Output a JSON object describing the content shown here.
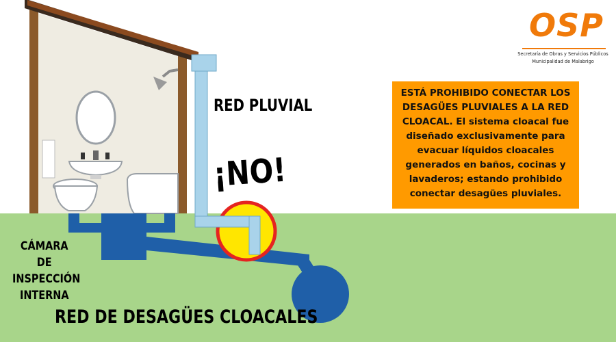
{
  "labels": {
    "pluvial": "RED PLUVIAL",
    "no": "¡NO!",
    "camara": "CÁMARA DE INSPECCIÓN INTERNA",
    "cloacales": "RED DE DESAGÜES CLOACALES"
  },
  "notice": {
    "text": "ESTÁ PROHIBIDO CONECTAR LOS DESAGÜES PLUVIALES A LA RED CLOACAL. El sistema cloacal fue diseñado exclusivamente para evacuar líquidos cloacales generados en baños, cocinas y lavaderos; estando prohibido conectar desagües pluviales.",
    "color": "#ff9a00"
  },
  "logo": {
    "mark": "OSP",
    "line1": "Secretaría de Obras y Servicios Públicos",
    "line2": "Municipalidad de Malabrigo",
    "color": "#f07a0a"
  },
  "colors": {
    "ground": "#a8d58a",
    "sewer_pipe": "#1f5fa8",
    "rain_pipe": "#a9d3ea",
    "prohibition_ring": "#e52420",
    "prohibition_fill": "#ffe600",
    "roof": "#8b4a1f",
    "wall": "#8b5a2b",
    "interior": "#efece2"
  },
  "icons": [
    "shower-icon",
    "mirror-icon",
    "sink-icon",
    "toilet-icon",
    "bathtub-icon"
  ]
}
